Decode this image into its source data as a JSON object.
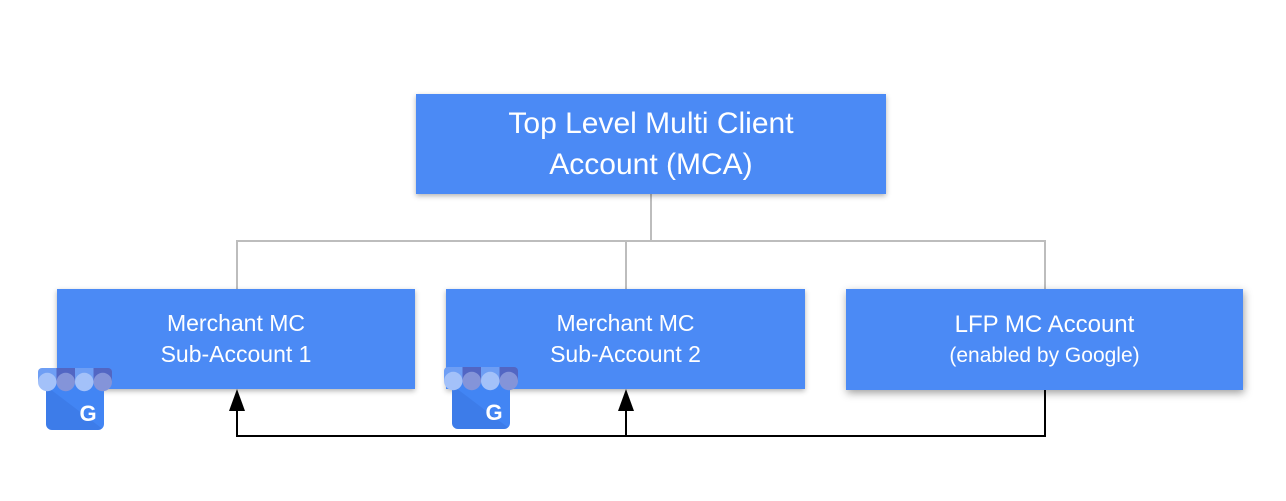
{
  "diagram": {
    "boxes": {
      "mca": {
        "line1": "Top Level Multi Client",
        "line2": "Account (MCA)"
      },
      "sub1": {
        "line1": "Merchant MC",
        "line2": "Sub-Account 1"
      },
      "sub2": {
        "line1": "Merchant MC",
        "line2": "Sub-Account 2"
      },
      "lfp": {
        "line1": "LFP MC Account",
        "line2": "(enabled by Google)"
      }
    },
    "icon": {
      "name": "google-my-business",
      "letter": "G"
    },
    "colors": {
      "box_fill": "#4b8af5",
      "icon_body": "#4285f4",
      "awning_dark": "#5266c3",
      "awning_light": "#6e9ef4",
      "tree_connector": "#bdbdbd",
      "feed_arrow": "#000000",
      "text": "#ffffff"
    }
  }
}
